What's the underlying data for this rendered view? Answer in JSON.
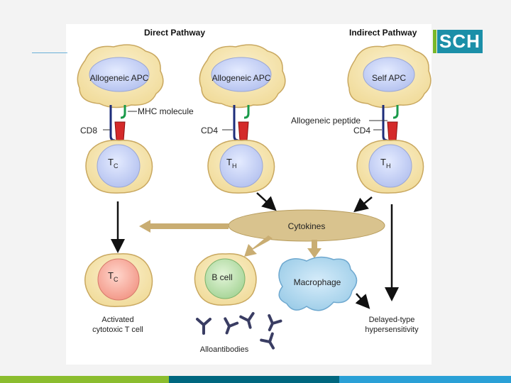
{
  "slide": {
    "logo_text": "SCH",
    "colors": {
      "logo_teal": "#1b8fa8",
      "logo_green": "#7ab829",
      "bar_green": "#8bbd2e",
      "bar_teal": "#00677f",
      "bar_blue": "#2aa0d6",
      "cell_body": "#f5e3a6",
      "cytokine_fill": "#d9c38e"
    }
  },
  "diagram": {
    "direct_pathway": "Direct Pathway",
    "indirect_pathway": "Indirect Pathway",
    "apc_direct_1": "Allogeneic APC",
    "apc_direct_2": "Allogeneic APC",
    "apc_self": "Self APC",
    "mhc_molecule": "MHC molecule",
    "allogeneic_peptide": "Allogeneic peptide",
    "cd8": "CD8",
    "cd4_direct": "CD4",
    "cd4_indirect": "CD4",
    "tc_cell": "T",
    "tc_sub": "C",
    "th_cell_direct": "T",
    "th_sub_direct": "H",
    "th_cell_indirect": "T",
    "th_sub_indirect": "H",
    "cytokines": "Cytokines",
    "activated_tc": "T",
    "activated_tc_sub": "C",
    "activated_tc_label_1": "Activated",
    "activated_tc_label_2": "cytotoxic T cell",
    "b_cell": "B cell",
    "macrophage": "Macrophage",
    "alloantibodies": "Alloantibodies",
    "dth_1": "Delayed-type",
    "dth_2": "hypersensitivity"
  }
}
